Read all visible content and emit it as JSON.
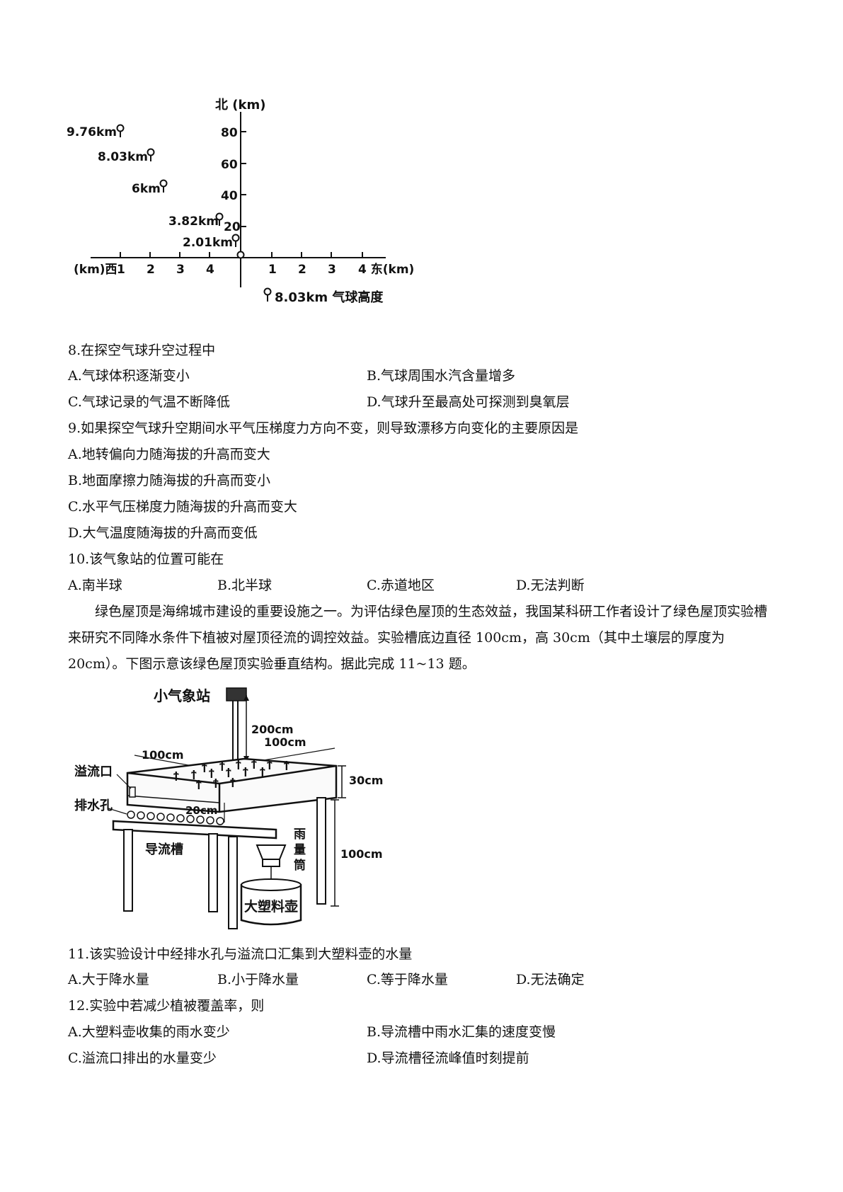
{
  "figure1": {
    "north_label": "北 (km)",
    "y_ticks": [
      "80",
      "60",
      "40",
      "20"
    ],
    "west_label": "(km)西",
    "west_ticks": [
      "1",
      "2",
      "3",
      "4"
    ],
    "east_ticks": [
      "1",
      "2",
      "3"
    ],
    "east_label": "4 东(km)",
    "balloons": [
      "9.76km",
      "8.03km",
      "6km",
      "3.82km",
      "2.01km"
    ],
    "legend": "8.03km 气球高度"
  },
  "questions": {
    "q8": {
      "stem": "8.在探空气球升空过程中",
      "A": "A.气球体积逐渐变小",
      "B": "B.气球周围水汽含量增多",
      "C": "C.气球记录的气温不断降低",
      "D": "D.气球升至最高处可探测到臭氧层"
    },
    "q9": {
      "stem": "9.如果探空气球升空期间水平气压梯度力方向不变，则导致漂移方向变化的主要原因是",
      "A": "A.地转偏向力随海拔的升高而变大",
      "B": "B.地面摩擦力随海拔的升高而变小",
      "C": "C.水平气压梯度力随海拔的升高而变大",
      "D": "D.大气温度随海拔的升高而变低"
    },
    "q10": {
      "stem": "10.该气象站的位置可能在",
      "A": "A.南半球",
      "B": "B.北半球",
      "C": "C.赤道地区",
      "D": "D.无法判断"
    },
    "passage": "绿色屋顶是海绵城市建设的重要设施之一。为评估绿色屋顶的生态效益，我国某科研工作者设计了绿色屋顶实验槽来研究不同降水条件下植被对屋顶径流的调控效益。实验槽底边直径 100cm，高 30cm（其中土壤层的厚度为 20cm）。下图示意该绿色屋顶实验垂直结构。据此完成 11~13 题。",
    "q11": {
      "stem": "11.该实验设计中经排水孔与溢流口汇集到大塑料壶的水量",
      "A": "A.大于降水量",
      "B": "B.小于降水量",
      "C": "C.等于降水量",
      "D": "D.无法确定"
    },
    "q12": {
      "stem": "12.实验中若减少植被覆盖率，则",
      "A": "A.大塑料壶收集的雨水变少",
      "B": "B.导流槽中雨水汇集的速度变慢",
      "C": "C.溢流口排出的水量变少",
      "D": "D.导流槽径流峰值时刻提前"
    }
  },
  "figure2": {
    "station": "小气象站",
    "h200": "200cm",
    "w100_left": "100cm",
    "w100_right": "100cm",
    "overflow": "溢流口",
    "drain_hole": "排水孔",
    "soil20": "20cm",
    "h30": "30cm",
    "h100": "100cm",
    "gutter": "导流槽",
    "rain_gauge": [
      "雨",
      "量",
      "筒"
    ],
    "jug": "大塑料壶"
  }
}
